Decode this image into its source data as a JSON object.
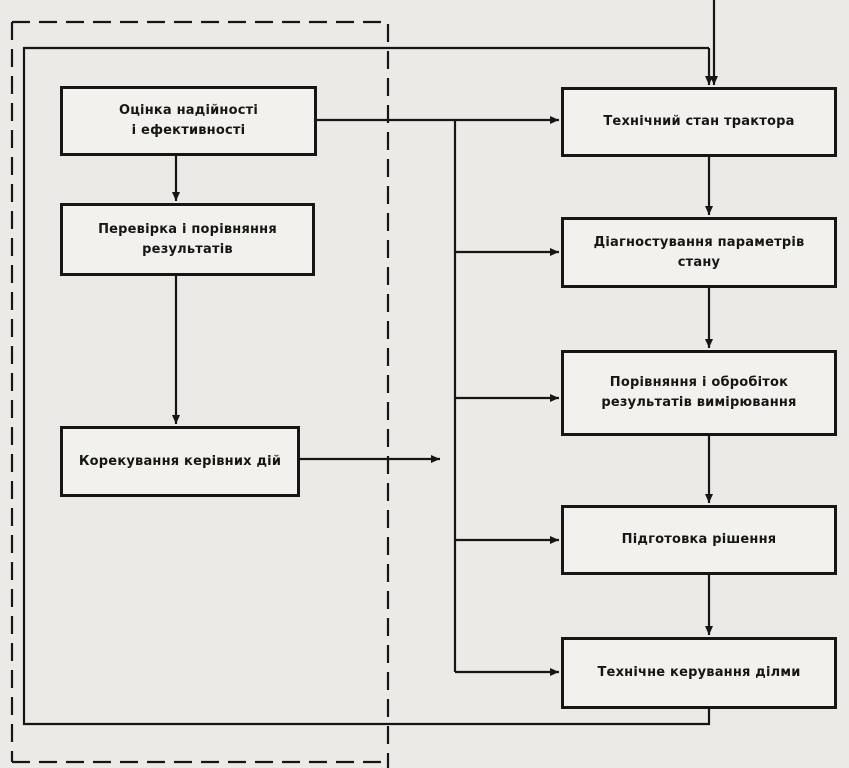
{
  "diagram": {
    "left_blocks": {
      "reliability": "Оцінка надійності\nі ефективності",
      "check": "Перевірка і порівняння\nрезультатів",
      "correction": "Корекування керівних дій"
    },
    "right_blocks": {
      "tech_state": "Технічний стан  трактора",
      "diagnostics": "Діагностування параметрів стану",
      "comparison": "Порівняння і обробіток\nрезультатів вимірювання",
      "decision": "Підготовка рішення",
      "control": "Технічне  керування ділми"
    }
  }
}
